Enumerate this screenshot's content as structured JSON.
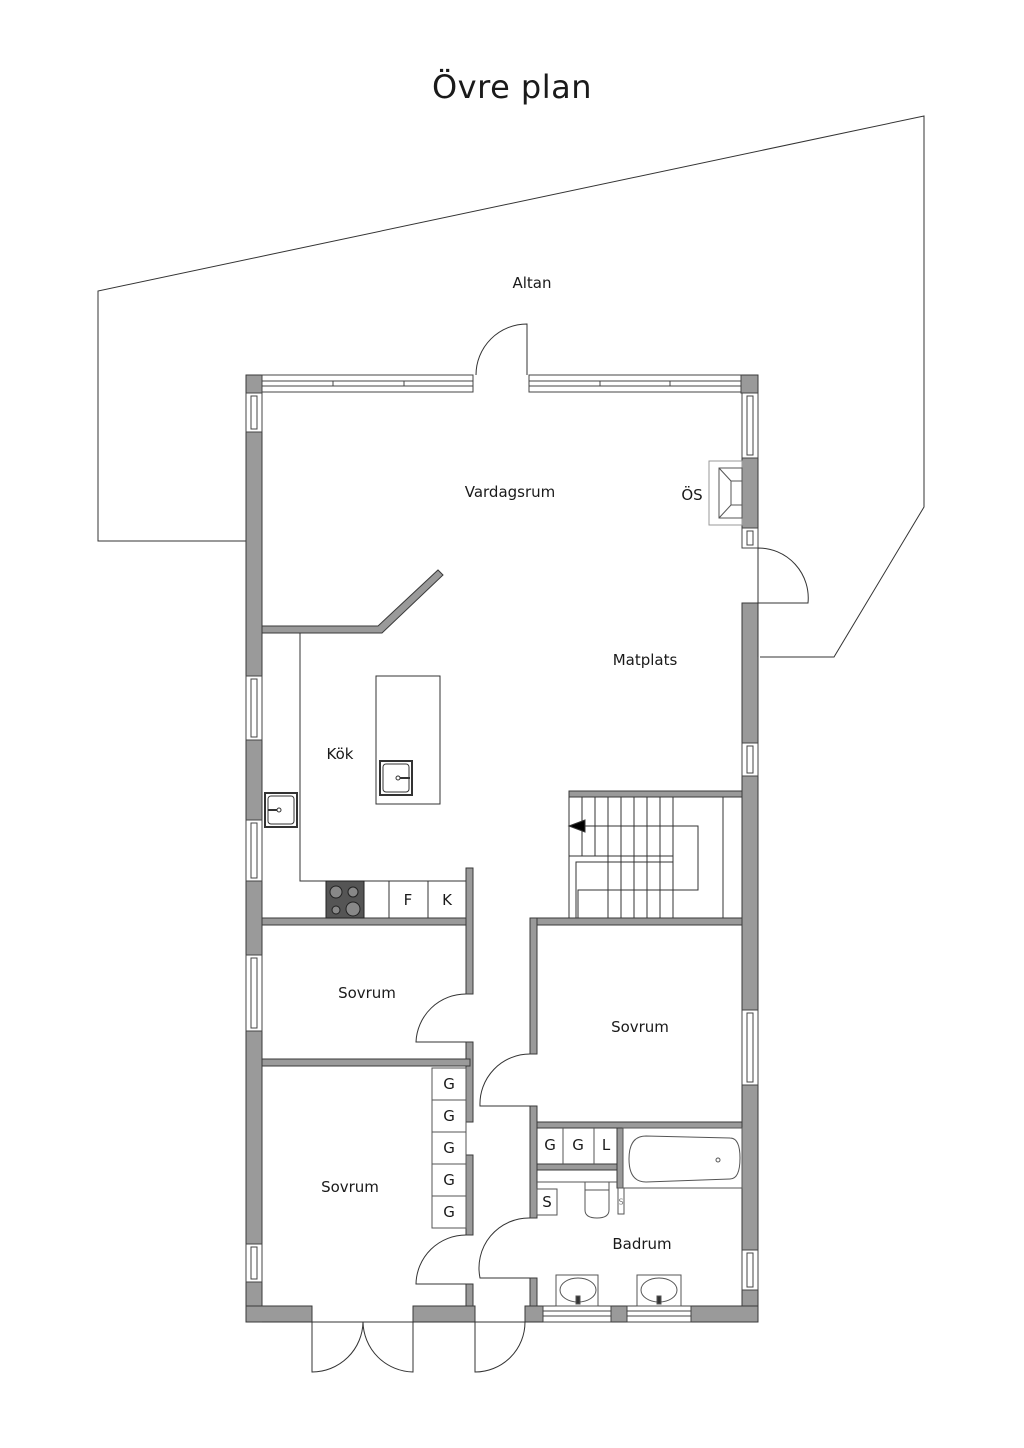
{
  "page": {
    "title": "Övre plan"
  },
  "colors": {
    "wall": "#9a9a9a",
    "wall_stroke": "#3a3a3a",
    "line": "#333333",
    "background": "#ffffff",
    "stove": "#555555"
  },
  "rooms": {
    "altan": "Altan",
    "vardagsrum": "Vardagsrum",
    "oppen_spis": "ÖS",
    "matplats": "Matplats",
    "kok": "Kök",
    "sovrum_1": "Sovrum",
    "sovrum_2": "Sovrum",
    "sovrum_3": "Sovrum",
    "badrum": "Badrum"
  },
  "fixtures": {
    "fridge": "F",
    "freezer": "K",
    "wardrobe": "G",
    "linen": "L",
    "storage": "S",
    "small_storage": "S"
  }
}
